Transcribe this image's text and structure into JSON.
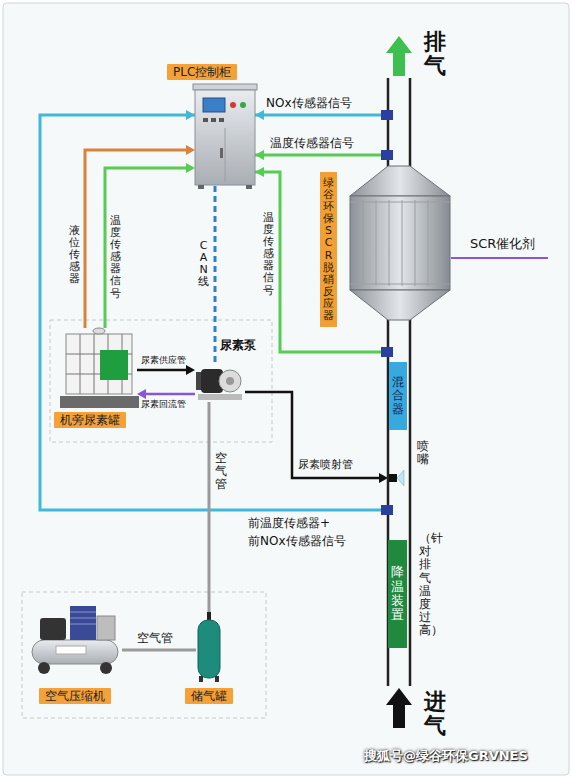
{
  "diagram": {
    "nodes": [
      {
        "text": [
          "PLC控制柜"
        ]
      },
      {
        "text": [
          "绿谷环保SCR脱硝反应器"
        ]
      },
      {
        "text": [
          "混合器"
        ]
      },
      {
        "text": [
          "降温装置"
        ]
      },
      {
        "text": [
          "机旁尿素罐"
        ]
      },
      {
        "text": [
          "尿素泵"
        ]
      },
      {
        "text": [
          "空气压缩机"
        ]
      },
      {
        "text": [
          "储气罐"
        ]
      }
    ],
    "edges": [
      {
        "from": 4,
        "to": 0,
        "label": "液位传感器",
        "arrow": "to"
      },
      {
        "from": 4,
        "to": 0,
        "label": "温度传感器信号",
        "arrow": "to"
      },
      {
        "from": 5,
        "to": 0,
        "label": "CAN线",
        "arrow": "none"
      },
      {
        "from": 4,
        "to": 5,
        "label": "尿素供应管",
        "arrow": "to"
      },
      {
        "from": 5,
        "to": 4,
        "label": "尿素回流管",
        "arrow": "to"
      },
      {
        "from": 6,
        "to": 7,
        "label": "空气管",
        "arrow": "none"
      },
      {
        "from": 7,
        "to": 5,
        "label": "空气管",
        "arrow": "none"
      }
    ],
    "labels": [
      "排气",
      "NOx传感器信号",
      "温度传感器信号",
      "温度传感器信号",
      "SCR催化剂",
      "喷嘴",
      "尿素喷射管",
      "前温度传感器+",
      "前NOx传感器信号",
      "（针对排气温度过高）",
      "进气",
      "搜狐号@绿谷环保GRVNES"
    ]
  }
}
